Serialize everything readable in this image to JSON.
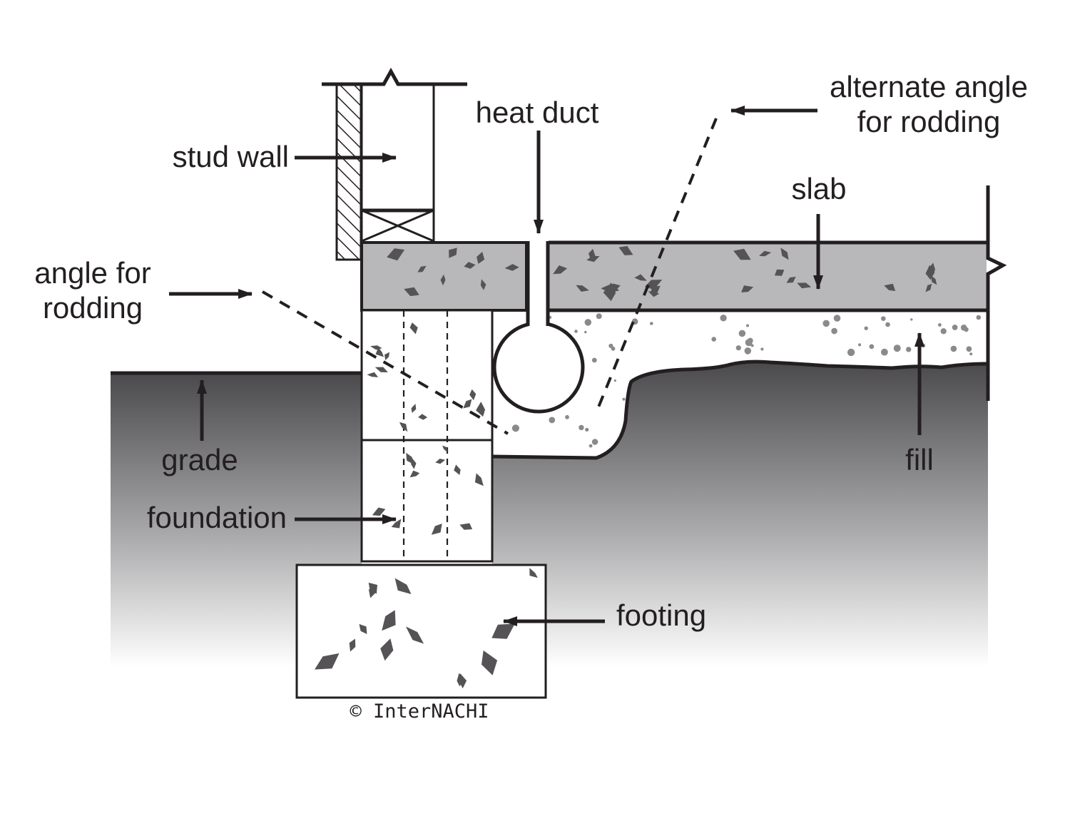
{
  "labels": {
    "stud_wall": "stud wall",
    "heat_duct": "heat duct",
    "alternate_angle_line1": "alternate angle",
    "alternate_angle_line2": "for rodding",
    "slab": "slab",
    "angle_line1": "angle for",
    "angle_line2": "rodding",
    "grade": "grade",
    "fill": "fill",
    "foundation": "foundation",
    "footing": "footing",
    "copyright": "© InterNACHI"
  },
  "colors": {
    "ink": "#231f20",
    "slab": "#b8b8ba",
    "soil_top": "#4a494b",
    "soil_bottom": "#ffffff",
    "aggregate": "#555355",
    "fill_dots": "#8a8a8c"
  }
}
